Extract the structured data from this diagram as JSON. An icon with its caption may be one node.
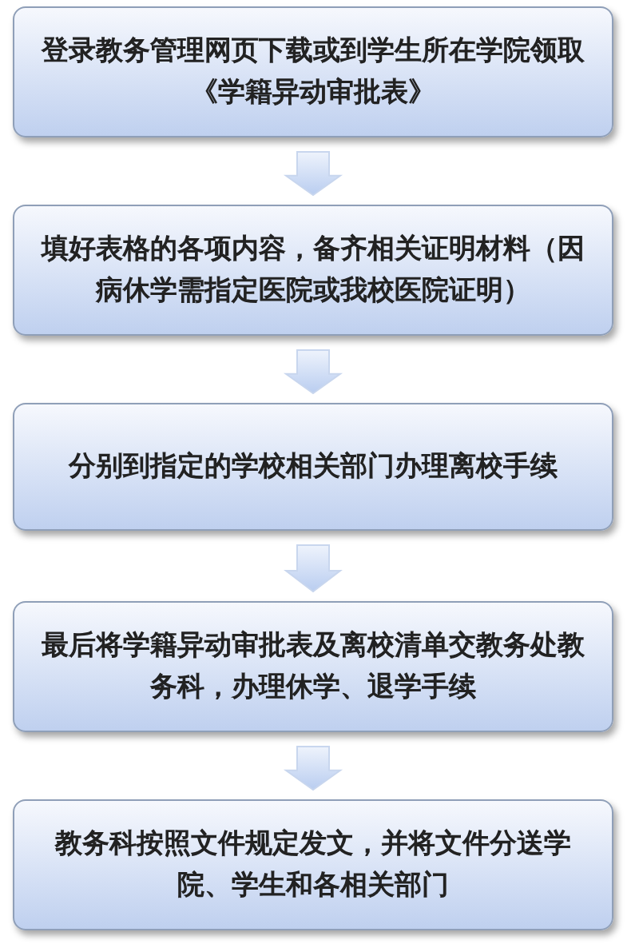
{
  "diagram": {
    "nodes": [
      {
        "text": [
          "登录教务管理网页下载或到学生所在学院领取《学籍异动审批表》"
        ]
      },
      {
        "text": [
          "填好表格的各项内容，备齐相关证明材料（因病休学需指定医院或我校医院证明）"
        ]
      },
      {
        "text": [
          "分别到指定的学校相关部门办理离校手续"
        ]
      },
      {
        "text": [
          "最后将学籍异动审批表及离校清单交教务处教务科，办理休学、退学手续"
        ]
      },
      {
        "text": [
          "教务科按照文件规定发文，并将文件分送学院、学生和各相关部门"
        ]
      }
    ],
    "edges": [
      {
        "from": 0,
        "to": 1,
        "arrow": "to"
      },
      {
        "from": 1,
        "to": 2,
        "arrow": "to"
      },
      {
        "from": 2,
        "to": 3,
        "arrow": "to"
      },
      {
        "from": 3,
        "to": 4,
        "arrow": "to"
      }
    ]
  }
}
